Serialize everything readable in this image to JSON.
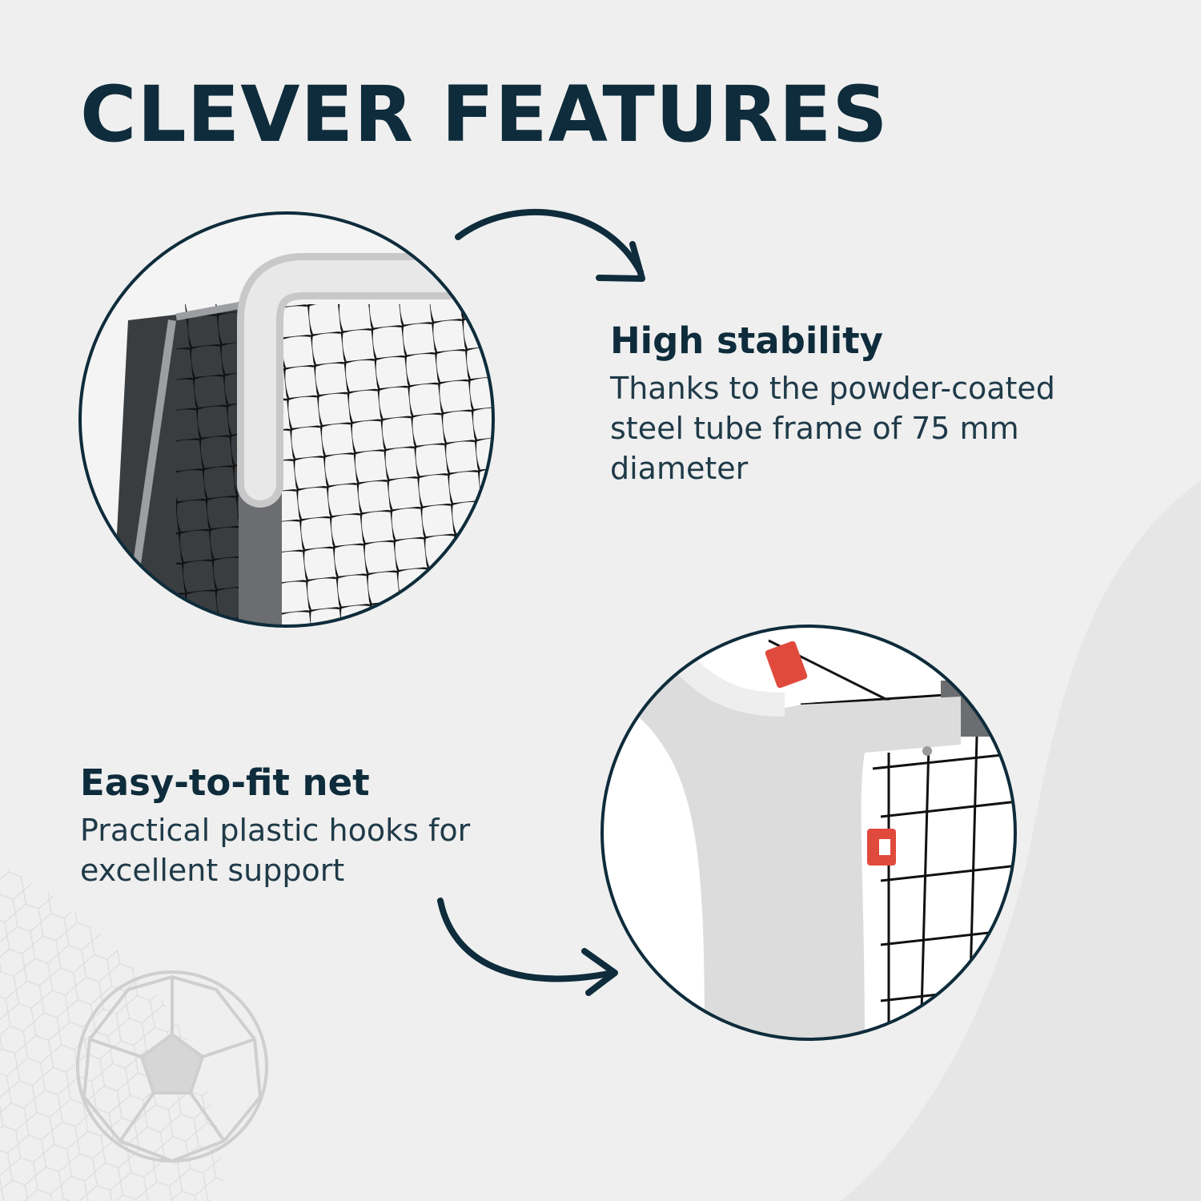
{
  "title": "CLEVER FEATURES",
  "features": [
    {
      "heading": "High stability",
      "text": "Thanks to the powder-coated steel tube frame of 75 mm diameter",
      "image": "goal-frame-corner-closeup"
    },
    {
      "heading": "Easy-to-fit net",
      "text": "Practical plastic hooks for excellent support",
      "image": "net-hook-closeup"
    }
  ],
  "colors": {
    "background": "#efefef",
    "ink": "#0e2c3b",
    "hook": "#e04a3c",
    "tube_white": "#dcdcdc",
    "tube_grey": "#6b6d70"
  },
  "icons": [
    "arrow-curved-right-icon",
    "soccer-ball-icon",
    "goal-net-pattern"
  ]
}
